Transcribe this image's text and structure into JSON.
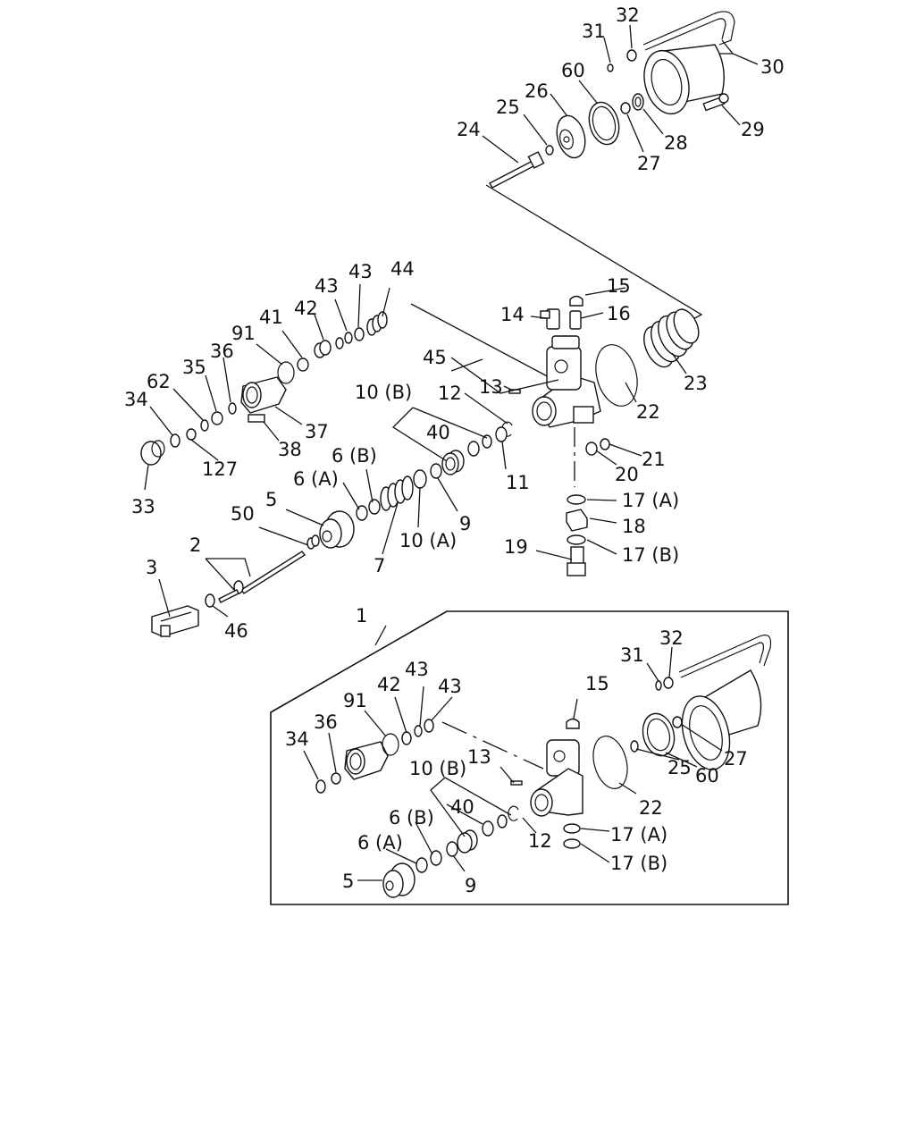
{
  "callouts": {
    "c31": "31",
    "c32": "32",
    "c30": "30",
    "c60": "60",
    "c26": "26",
    "c25": "25",
    "c24": "24",
    "c29": "29",
    "c28": "28",
    "c27": "27",
    "c44": "44",
    "c43a": "43",
    "c43b": "43",
    "c42": "42",
    "c41": "41",
    "c91": "91",
    "c36": "36",
    "c35": "35",
    "c62": "62",
    "c34": "34",
    "c33": "33",
    "c127": "127",
    "c37": "37",
    "c38": "38",
    "c15": "15",
    "c14": "14",
    "c16": "16",
    "c45": "45",
    "c13": "13",
    "c12": "12",
    "c10b": "10 (B)",
    "c40": "40",
    "c11": "11",
    "c23": "23",
    "c22": "22",
    "c21": "21",
    "c20": "20",
    "c17a": "17 (A)",
    "c18": "18",
    "c17b": "17 (B)",
    "c19": "19",
    "c6b": "6 (B)",
    "c6a": "6 (A)",
    "c5": "5",
    "c50": "50",
    "c7": "7",
    "c10a": "10 (A)",
    "c9": "9",
    "c2": "2",
    "c3": "3",
    "c46": "46",
    "c1": "1"
  },
  "inset": {
    "c31": "31",
    "c32": "32",
    "c15": "15",
    "c43a": "43",
    "c43b": "43",
    "c42": "42",
    "c91": "91",
    "c36": "36",
    "c34": "34",
    "c13": "13",
    "c10b": "10 (B)",
    "c40": "40",
    "c6b": "6 (B)",
    "c6a": "6 (A)",
    "c5": "5",
    "c9": "9",
    "c12": "12",
    "c17a": "17 (A)",
    "c17b": "17 (B)",
    "c22": "22",
    "c25": "25",
    "c60": "60",
    "c27": "27"
  }
}
